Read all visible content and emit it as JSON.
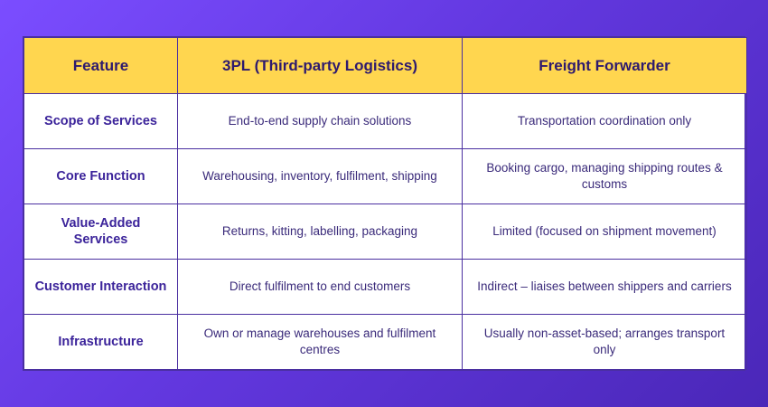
{
  "table": {
    "headers": [
      "Feature",
      "3PL (Third-party Logistics)",
      "Freight Forwarder"
    ],
    "rows": [
      {
        "feature": "Scope of Services",
        "tpl": "End-to-end supply chain solutions",
        "ff": "Transportation coordination only"
      },
      {
        "feature": "Core Function",
        "tpl": "Warehousing, inventory, fulfilment, shipping",
        "ff": "Booking cargo, managing shipping routes & customs"
      },
      {
        "feature": "Value-Added Services",
        "tpl": "Returns, kitting, labelling, packaging",
        "ff": "Limited (focused on shipment movement)"
      },
      {
        "feature": "Customer Interaction",
        "tpl": "Direct fulfilment to end customers",
        "ff": "Indirect – liaises between shippers and carriers"
      },
      {
        "feature": "Infrastructure",
        "tpl": "Own or manage warehouses and fulfilment centres",
        "ff": "Usually non-asset-based; arranges transport only"
      }
    ]
  },
  "colors": {
    "background_start": "#7b4dff",
    "background_end": "#4a27b8",
    "header_fill": "#ffd64f",
    "header_text": "#2e1a6e",
    "feature_text": "#3b239a",
    "body_text": "#3a2a7a",
    "border": "#4a2fa0"
  }
}
